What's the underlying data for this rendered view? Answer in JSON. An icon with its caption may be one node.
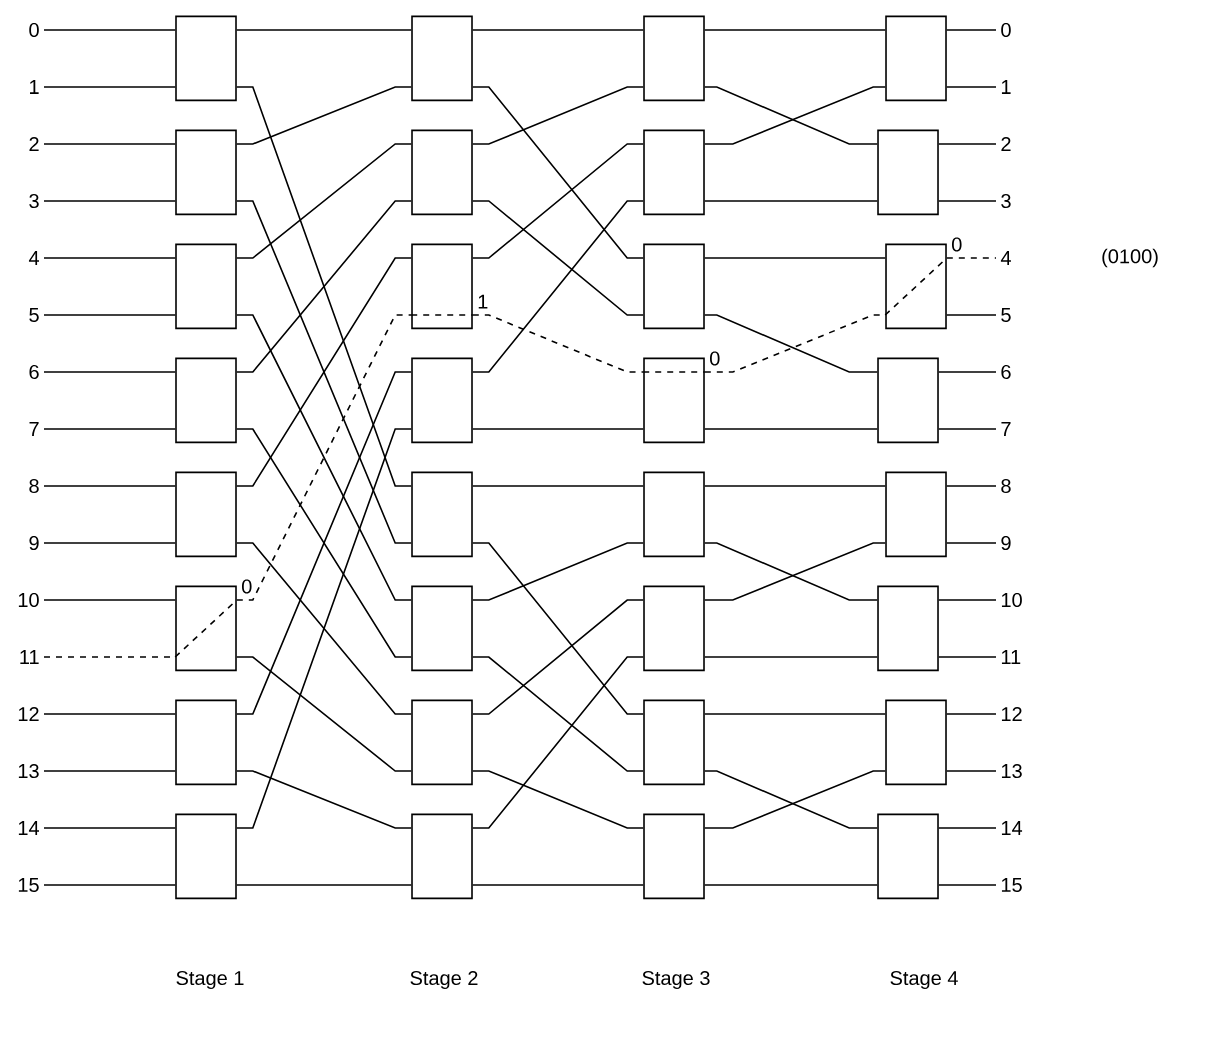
{
  "diagram": {
    "nodes": [
      {
        "text": [
          "0"
        ]
      },
      {
        "text": [
          "1"
        ]
      },
      {
        "text": [
          "2"
        ]
      },
      {
        "text": [
          "3"
        ]
      },
      {
        "text": [
          "4"
        ]
      },
      {
        "text": [
          "5"
        ]
      },
      {
        "text": [
          "6"
        ]
      },
      {
        "text": [
          "7"
        ]
      },
      {
        "text": [
          "8"
        ]
      },
      {
        "text": [
          "9"
        ]
      },
      {
        "text": [
          "10"
        ]
      },
      {
        "text": [
          "11"
        ]
      },
      {
        "text": [
          "12"
        ]
      },
      {
        "text": [
          "13"
        ]
      },
      {
        "text": [
          "14"
        ]
      },
      {
        "text": [
          "15"
        ]
      },
      {
        "text": [],
        "shape": "box"
      },
      {
        "text": [],
        "shape": "box"
      },
      {
        "text": [],
        "shape": "box"
      },
      {
        "text": [],
        "shape": "box"
      },
      {
        "text": [],
        "shape": "box"
      },
      {
        "text": [],
        "shape": "box"
      },
      {
        "text": [],
        "shape": "box"
      },
      {
        "text": [],
        "shape": "box"
      },
      {
        "text": [],
        "shape": "box"
      },
      {
        "text": [],
        "shape": "box"
      },
      {
        "text": [],
        "shape": "box"
      },
      {
        "text": [],
        "shape": "box"
      },
      {
        "text": [],
        "shape": "box"
      },
      {
        "text": [],
        "shape": "box"
      },
      {
        "text": [],
        "shape": "box"
      },
      {
        "text": [],
        "shape": "box"
      },
      {
        "text": [],
        "shape": "box"
      },
      {
        "text": [],
        "shape": "box"
      },
      {
        "text": [],
        "shape": "box"
      },
      {
        "text": [],
        "shape": "box"
      },
      {
        "text": [],
        "shape": "box"
      },
      {
        "text": [],
        "shape": "box"
      },
      {
        "text": [],
        "shape": "box"
      },
      {
        "text": [],
        "shape": "box"
      },
      {
        "text": [],
        "shape": "box"
      },
      {
        "text": [],
        "shape": "box"
      },
      {
        "text": [],
        "shape": "box"
      },
      {
        "text": [],
        "shape": "box"
      },
      {
        "text": [],
        "shape": "box"
      },
      {
        "text": [],
        "shape": "box"
      },
      {
        "text": [],
        "shape": "box"
      },
      {
        "text": [],
        "shape": "box"
      },
      {
        "text": [
          "0"
        ]
      },
      {
        "text": [
          "1"
        ]
      },
      {
        "text": [
          "2"
        ]
      },
      {
        "text": [
          "3"
        ]
      },
      {
        "text": [
          "4"
        ]
      },
      {
        "text": [
          "5"
        ]
      },
      {
        "text": [
          "6"
        ]
      },
      {
        "text": [
          "7"
        ]
      },
      {
        "text": [
          "8"
        ]
      },
      {
        "text": [
          "9"
        ]
      },
      {
        "text": [
          "10"
        ]
      },
      {
        "text": [
          "11"
        ]
      },
      {
        "text": [
          "12"
        ]
      },
      {
        "text": [
          "13"
        ]
      },
      {
        "text": [
          "14"
        ]
      },
      {
        "text": [
          "15"
        ]
      }
    ],
    "edges": [
      {
        "from": 0,
        "to": 16,
        "arrow": "none"
      },
      {
        "from": 1,
        "to": 16,
        "arrow": "none"
      },
      {
        "from": 2,
        "to": 17,
        "arrow": "none"
      },
      {
        "from": 3,
        "to": 17,
        "arrow": "none"
      },
      {
        "from": 4,
        "to": 18,
        "arrow": "none"
      },
      {
        "from": 5,
        "to": 18,
        "arrow": "none"
      },
      {
        "from": 6,
        "to": 19,
        "arrow": "none"
      },
      {
        "from": 7,
        "to": 19,
        "arrow": "none"
      },
      {
        "from": 8,
        "to": 20,
        "arrow": "none"
      },
      {
        "from": 9,
        "to": 20,
        "arrow": "none"
      },
      {
        "from": 10,
        "to": 21,
        "arrow": "none"
      },
      {
        "from": 11,
        "to": 21,
        "arrow": "none",
        "style": "dashed"
      },
      {
        "from": 12,
        "to": 22,
        "arrow": "none"
      },
      {
        "from": 13,
        "to": 22,
        "arrow": "none"
      },
      {
        "from": 14,
        "to": 23,
        "arrow": "none"
      },
      {
        "from": 15,
        "to": 23,
        "arrow": "none"
      },
      {
        "from": 16,
        "to": 24,
        "arrow": "none"
      },
      {
        "from": 16,
        "to": 28,
        "arrow": "none"
      },
      {
        "from": 17,
        "to": 24,
        "arrow": "none"
      },
      {
        "from": 17,
        "to": 28,
        "arrow": "none"
      },
      {
        "from": 18,
        "to": 25,
        "arrow": "none"
      },
      {
        "from": 18,
        "to": 29,
        "arrow": "none"
      },
      {
        "from": 19,
        "to": 25,
        "arrow": "none"
      },
      {
        "from": 19,
        "to": 29,
        "arrow": "none"
      },
      {
        "from": 20,
        "to": 26,
        "arrow": "none"
      },
      {
        "from": 20,
        "to": 30,
        "arrow": "none"
      },
      {
        "from": 21,
        "to": 26,
        "arrow": "none",
        "style": "dashed",
        "label": "0"
      },
      {
        "from": 21,
        "to": 30,
        "arrow": "none"
      },
      {
        "from": 22,
        "to": 27,
        "arrow": "none"
      },
      {
        "from": 22,
        "to": 31,
        "arrow": "none"
      },
      {
        "from": 23,
        "to": 27,
        "arrow": "none"
      },
      {
        "from": 23,
        "to": 31,
        "arrow": "none"
      },
      {
        "from": 24,
        "to": 32,
        "arrow": "none"
      },
      {
        "from": 24,
        "to": 34,
        "arrow": "none"
      },
      {
        "from": 25,
        "to": 32,
        "arrow": "none"
      },
      {
        "from": 25,
        "to": 34,
        "arrow": "none"
      },
      {
        "from": 26,
        "to": 33,
        "arrow": "none"
      },
      {
        "from": 26,
        "to": 35,
        "arrow": "none",
        "style": "dashed",
        "label": "1"
      },
      {
        "from": 27,
        "to": 33,
        "arrow": "none"
      },
      {
        "from": 27,
        "to": 35,
        "arrow": "none"
      },
      {
        "from": 28,
        "to": 36,
        "arrow": "none"
      },
      {
        "from": 28,
        "to": 38,
        "arrow": "none"
      },
      {
        "from": 29,
        "to": 36,
        "arrow": "none"
      },
      {
        "from": 29,
        "to": 38,
        "arrow": "none"
      },
      {
        "from": 30,
        "to": 37,
        "arrow": "none"
      },
      {
        "from": 30,
        "to": 39,
        "arrow": "none"
      },
      {
        "from": 31,
        "to": 37,
        "arrow": "none"
      },
      {
        "from": 31,
        "to": 39,
        "arrow": "none"
      },
      {
        "from": 32,
        "to": 40,
        "arrow": "none"
      },
      {
        "from": 32,
        "to": 41,
        "arrow": "none"
      },
      {
        "from": 33,
        "to": 40,
        "arrow": "none"
      },
      {
        "from": 33,
        "to": 41,
        "arrow": "none"
      },
      {
        "from": 34,
        "to": 42,
        "arrow": "none"
      },
      {
        "from": 34,
        "to": 43,
        "arrow": "none"
      },
      {
        "from": 35,
        "to": 42,
        "arrow": "none",
        "style": "dashed",
        "label": "0"
      },
      {
        "from": 35,
        "to": 43,
        "arrow": "none"
      },
      {
        "from": 36,
        "to": 44,
        "arrow": "none"
      },
      {
        "from": 36,
        "to": 45,
        "arrow": "none"
      },
      {
        "from": 37,
        "to": 44,
        "arrow": "none"
      },
      {
        "from": 37,
        "to": 45,
        "arrow": "none"
      },
      {
        "from": 38,
        "to": 46,
        "arrow": "none"
      },
      {
        "from": 38,
        "to": 47,
        "arrow": "none"
      },
      {
        "from": 39,
        "to": 46,
        "arrow": "none"
      },
      {
        "from": 39,
        "to": 47,
        "arrow": "none"
      },
      {
        "from": 40,
        "to": 48,
        "arrow": "none"
      },
      {
        "from": 40,
        "to": 49,
        "arrow": "none"
      },
      {
        "from": 41,
        "to": 50,
        "arrow": "none"
      },
      {
        "from": 41,
        "to": 51,
        "arrow": "none"
      },
      {
        "from": 42,
        "to": 52,
        "arrow": "none",
        "style": "dashed",
        "label": "0"
      },
      {
        "from": 42,
        "to": 53,
        "arrow": "none"
      },
      {
        "from": 43,
        "to": 54,
        "arrow": "none"
      },
      {
        "from": 43,
        "to": 55,
        "arrow": "none"
      },
      {
        "from": 44,
        "to": 56,
        "arrow": "none"
      },
      {
        "from": 44,
        "to": 57,
        "arrow": "none"
      },
      {
        "from": 45,
        "to": 58,
        "arrow": "none"
      },
      {
        "from": 45,
        "to": 59,
        "arrow": "none"
      },
      {
        "from": 46,
        "to": 60,
        "arrow": "none"
      },
      {
        "from": 46,
        "to": 61,
        "arrow": "none"
      },
      {
        "from": 47,
        "to": 62,
        "arrow": "none"
      },
      {
        "from": 47,
        "to": 63,
        "arrow": "none"
      }
    ],
    "labels": [
      "(0100)",
      "Stage 1",
      "Stage 2",
      "Stage 3",
      "Stage 4"
    ]
  }
}
